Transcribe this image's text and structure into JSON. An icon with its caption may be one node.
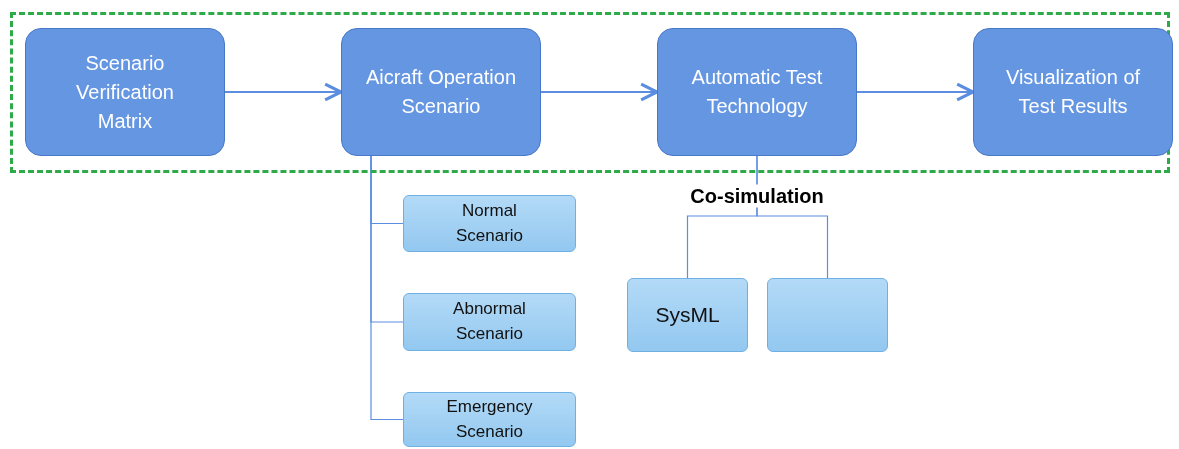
{
  "diagram": {
    "nodes": [
      {
        "text": [],
        "shape": "box"
      },
      {
        "text": [
          "Scenario Verification Matrix"
        ],
        "in": 0
      },
      {
        "text": [
          "Aicraft Operation Scenario"
        ],
        "in": 0
      },
      {
        "text": [
          "Automatic Test Technology"
        ],
        "in": 0
      },
      {
        "text": [
          "Visualization of Test Results"
        ],
        "in": 0
      },
      {
        "text": [
          "Normal Scenario"
        ]
      },
      {
        "text": [
          "Abnormal Scenario"
        ]
      },
      {
        "text": [
          "Emergency Scenario"
        ]
      },
      {
        "text": [
          "SysML"
        ]
      },
      {
        "text": [],
        "shape": "box"
      }
    ],
    "edges": [
      {
        "from": 1,
        "to": 2,
        "arrow": "to"
      },
      {
        "from": 2,
        "to": 3,
        "arrow": "to"
      },
      {
        "from": 3,
        "to": 4,
        "arrow": "to"
      },
      {
        "from": 2,
        "to": 5,
        "arrow": "none"
      },
      {
        "from": 2,
        "to": 6,
        "arrow": "none"
      },
      {
        "from": 2,
        "to": 7,
        "arrow": "none"
      },
      {
        "from": 3,
        "to": 8,
        "arrow": "none",
        "label": "Co-simulation"
      },
      {
        "from": 3,
        "to": 9,
        "arrow": "none"
      }
    ]
  }
}
